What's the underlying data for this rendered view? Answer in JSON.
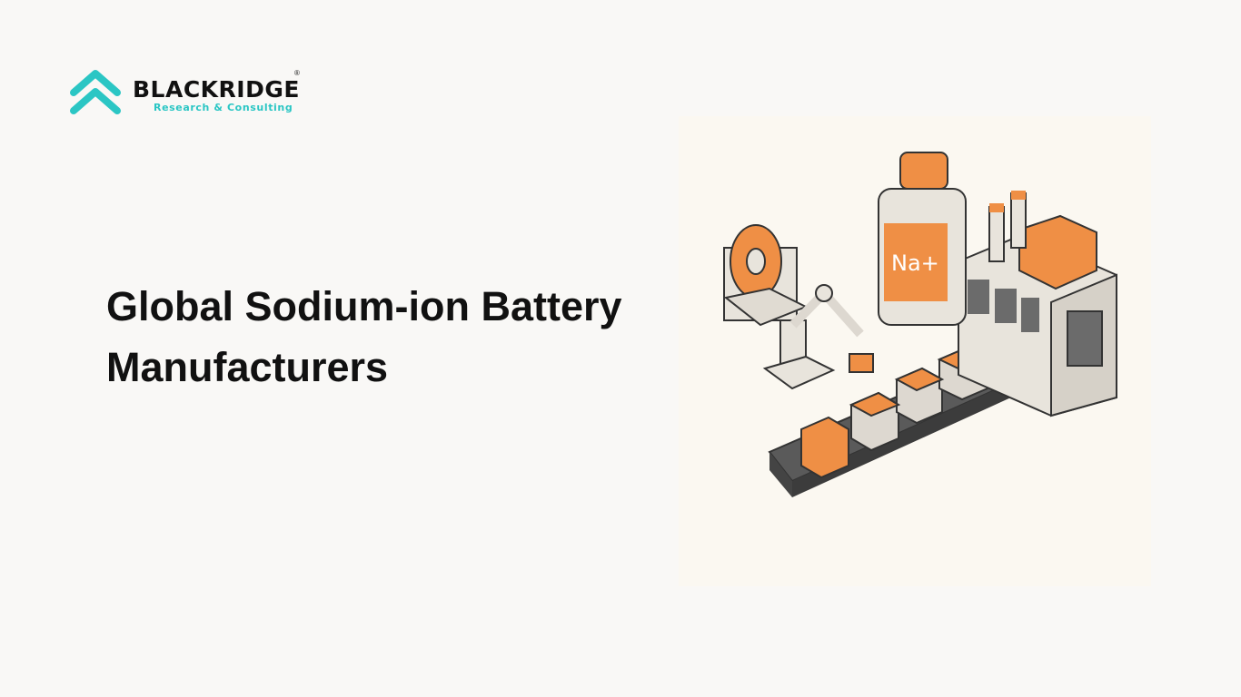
{
  "logo": {
    "brand": "BLACKRIDGE",
    "registered": "®",
    "tagline": "Research & Consulting"
  },
  "title": {
    "line1": "Global Sodium-ion Battery",
    "line2": "Manufacturers"
  },
  "illustration": {
    "label": "Na+"
  },
  "colors": {
    "accent": "#2bc6c4",
    "orange": "#ef8f45",
    "text": "#111111"
  }
}
